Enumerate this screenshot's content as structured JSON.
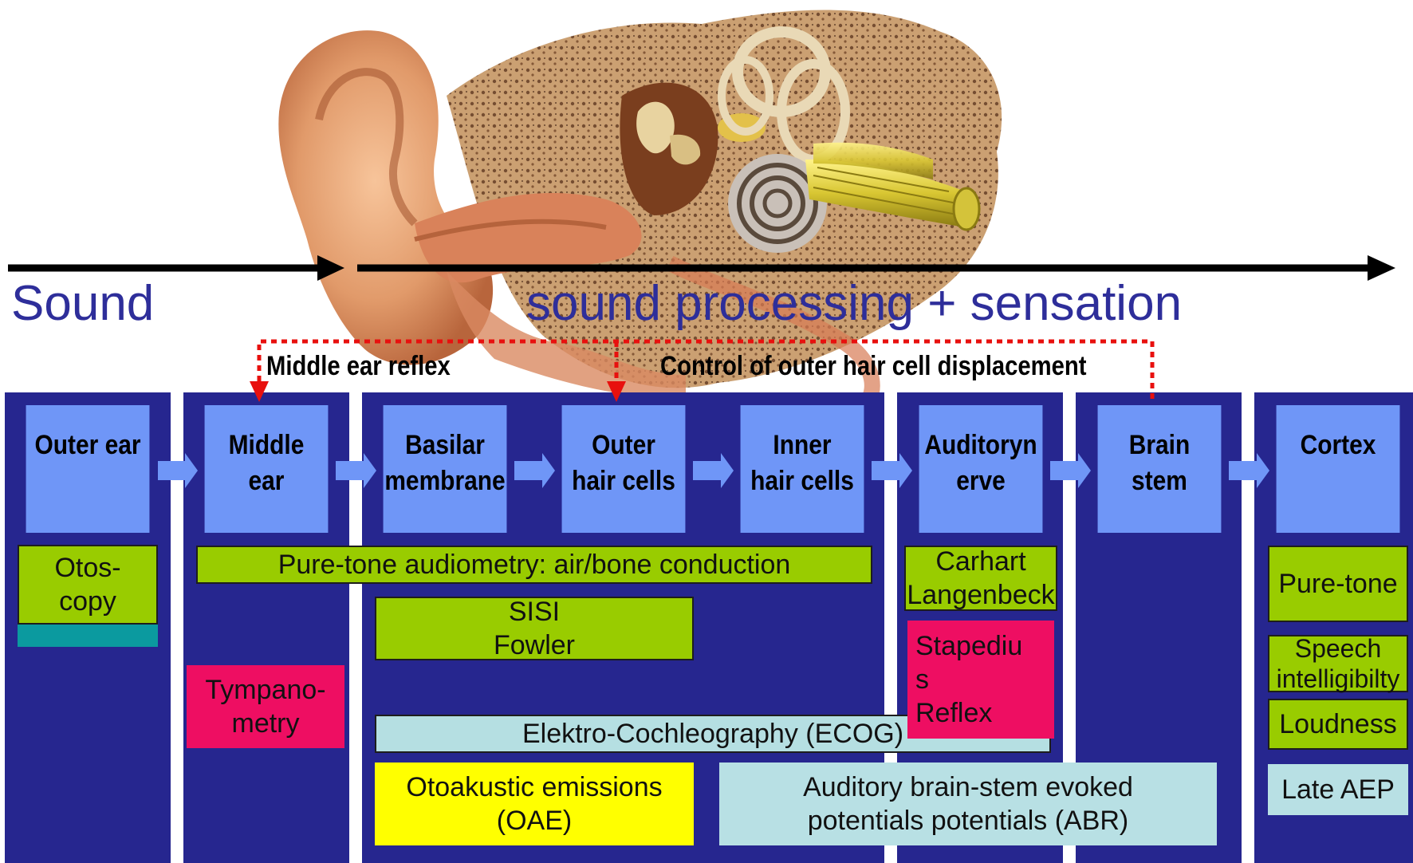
{
  "headlines": {
    "sound": "Sound",
    "processing": "sound processing + sensation"
  },
  "feedback_labels": {
    "middle_ear_reflex": "Middle ear reflex",
    "ohc_control": "Control of outer hair cell displacement"
  },
  "stages": [
    {
      "id": "outer-ear",
      "label": "Outer ear"
    },
    {
      "id": "middle-ear",
      "label": "Middle\near"
    },
    {
      "id": "basilar-membrane",
      "label": "Basilar\nmembrane"
    },
    {
      "id": "outer-hair-cells",
      "label": "Outer\nhair cells"
    },
    {
      "id": "inner-hair-cells",
      "label": "Inner\nhair cells"
    },
    {
      "id": "auditory-nerve",
      "label": "Auditoryn\nerve"
    },
    {
      "id": "brain-stem",
      "label": "Brain\nstem"
    },
    {
      "id": "cortex",
      "label": "Cortex"
    }
  ],
  "tests": {
    "otoscopy": "Otos-\ncopy",
    "pure_tone_audiometry": "Pure-tone audiometry: air/bone conduction",
    "sisi_fowler": "SISI\nFowler",
    "tympanometry": "Tympano-\nmetry",
    "ecog": "Elektro-Cochleography (ECOG)",
    "oae": "Otoakustic emissions\n(OAE)",
    "abr": "Auditory brain-stem evoked\npotentials potentials (ABR)",
    "carhart": "Carhart\nLangenbeck",
    "stapedius": "Stapediu\ns\nReflex",
    "pure_tone": "Pure-tone",
    "speech": "Speech\nintelligibilty",
    "loudness": "Loudness",
    "late_aep": "Late AEP"
  },
  "colors": {
    "column_bg": "#26268f",
    "stage_box": "#6f96f7",
    "psychoacoustic_test": "#99cc00",
    "reflex_test": "#ee0e62",
    "electrophysiology": "#b5dfe2",
    "emissions": "#ffff00",
    "feedback_line": "#e8100e",
    "headline_text": "#2e2e9a"
  },
  "illustration": {
    "name": "ear-anatomy-illustration"
  }
}
